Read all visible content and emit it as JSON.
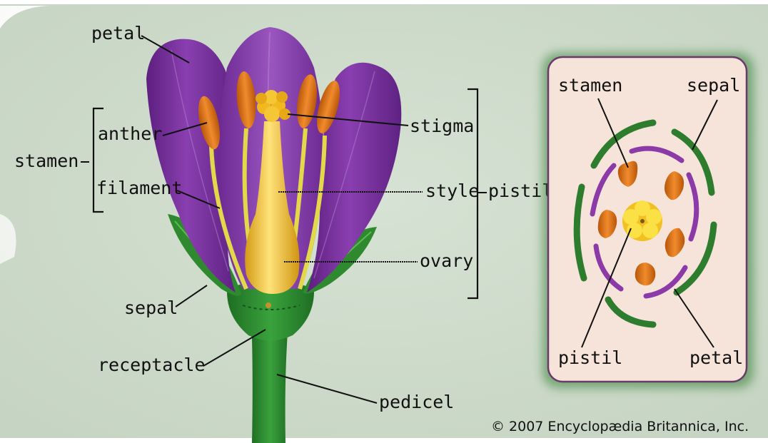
{
  "flower": {
    "labels": {
      "petal": "petal",
      "stamen": "stamen",
      "anther": "anther",
      "filament": "filament",
      "sepal": "sepal",
      "receptacle": "receptacle",
      "stigma": "stigma",
      "style": "style",
      "ovary": "ovary",
      "pistil": "pistil",
      "pedicel": "pedicel"
    }
  },
  "cross_section": {
    "labels": {
      "stamen": "stamen",
      "sepal": "sepal",
      "pistil": "pistil",
      "petal": "petal"
    }
  },
  "copyright": "© 2007 Encyclopædia Britannica, Inc.",
  "colors": {
    "background": "#cfdccd",
    "petal": "#7a2e9e",
    "sepal": "#2f8a2f",
    "anther": "#d66f12",
    "pistil": "#f0c02c",
    "panel": "#f6e4da",
    "panel_border": "#6b3a6b"
  }
}
